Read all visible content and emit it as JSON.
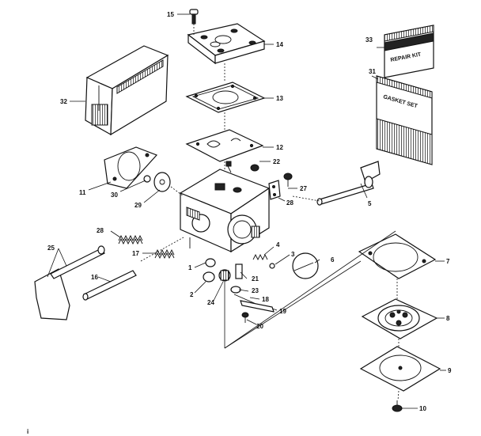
{
  "callouts": {
    "c1": "1",
    "c2": "2",
    "c3": "3",
    "c4": "4",
    "c5": "5",
    "c6": "6",
    "c7": "7",
    "c8": "8",
    "c9": "9",
    "c10": "10",
    "c11": "11",
    "c12": "12",
    "c13": "13",
    "c14": "14",
    "c15": "15",
    "c16": "16",
    "c17": "17",
    "c18": "18",
    "c19": "19",
    "c20": "20",
    "c21": "21",
    "c22": "22",
    "c23": "23",
    "c24": "24",
    "c25": "25",
    "c27": "27",
    "c28": "28",
    "c28b": "28",
    "c29": "29",
    "c30": "30",
    "c31": "31",
    "c32": "32",
    "c33": "33"
  },
  "packages": {
    "gasket_set": "GASKET SET",
    "repair_kit": "REPAIR KIT"
  },
  "footer_mark": "i"
}
